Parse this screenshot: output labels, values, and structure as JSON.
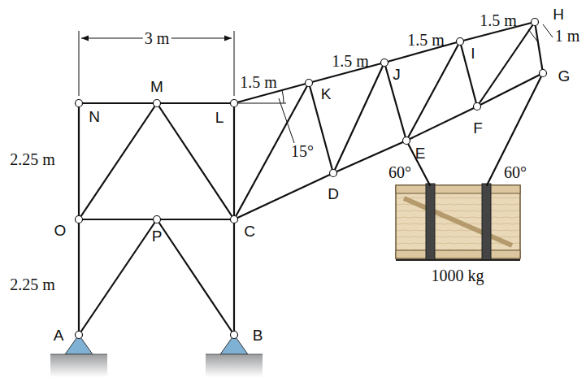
{
  "diagram": {
    "labels": [
      "3 m",
      "M",
      "N",
      "L",
      "1.5 m",
      "1.5 m",
      "1.5 m",
      "1.5 m",
      "K",
      "J",
      "I",
      "H",
      "1 m",
      "G",
      "F",
      "E",
      "D",
      "15°",
      "60°",
      "60°",
      "2.25 m",
      "2.25 m",
      "O",
      "P",
      "C",
      "A",
      "B",
      "1000 kg"
    ]
  }
}
